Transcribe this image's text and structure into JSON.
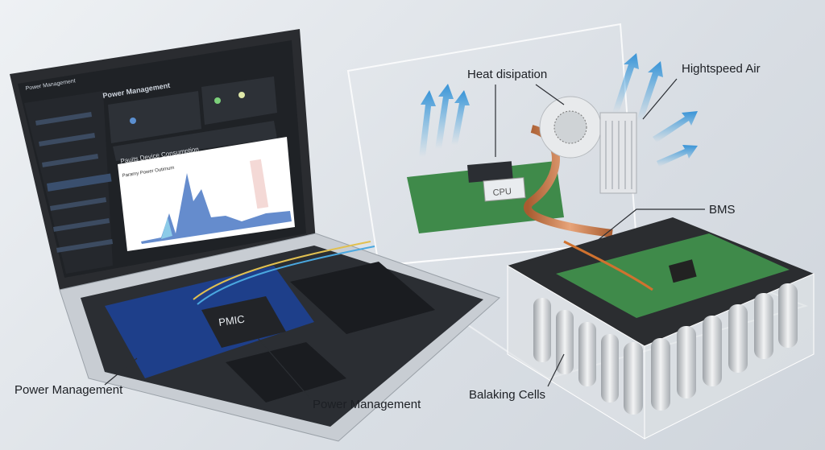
{
  "labels": {
    "heat_dissipation": "Heat disipation",
    "highspeed_air": "Hightspeed Air",
    "bms": "BMS",
    "power_management_left": "Power Management",
    "power_management_right": "Power Management",
    "balancing_cells": "Balaking Cells"
  },
  "chips": {
    "pmic": "PMIC",
    "cpu": "CPU"
  },
  "screen": {
    "window_title": "Power Management",
    "chart_title": "Pauits Device Consumption",
    "chart_subtitle": "Paramy Power Outimum"
  },
  "colors": {
    "airflow": "#4aa8e0",
    "copper": "#c87a48",
    "pcb_blue": "#1e3f8a",
    "pcb_green": "#3f8a4a",
    "screen_bg": "#1f2226"
  }
}
